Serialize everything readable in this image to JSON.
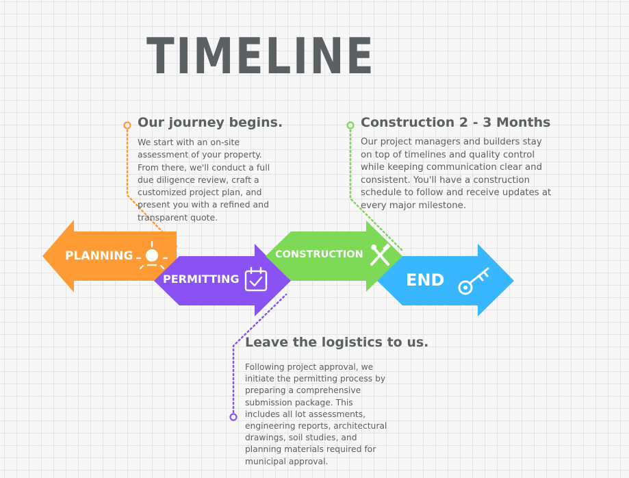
{
  "title": "TIMELINE",
  "callouts": [
    {
      "heading": "Our journey begins.",
      "body": "We start with an on-site assessment of your property. From there, we'll conduct a full due diligence review, craft a customized project plan, and present you with a refined and transparent quote."
    },
    {
      "heading": "Construction 2 - 3 Months",
      "body": "Our project managers and builders stay on top of timelines and quality control while keeping communication clear and consistent. You'll have a construction schedule to follow and receive updates at every major milestone."
    },
    {
      "heading": "Leave the logistics to us.",
      "body": "Following project approval, we initiate the permitting process by preparing a comprehensive submission package. This includes all lot assessments, engineering reports, architectural drawings, soil studies, and planning materials required for municipal approval."
    }
  ],
  "stages": [
    {
      "label": "PLANNING",
      "color": "#ff9b35",
      "icon": "lightbulb-icon"
    },
    {
      "label": "PERMITTING",
      "color": "#8a52f3",
      "icon": "calendar-check-icon"
    },
    {
      "label": "CONSTRUCTION",
      "color": "#7ed957",
      "icon": "tools-icon"
    },
    {
      "label": "END",
      "color": "#38b6ff",
      "icon": "key-icon"
    }
  ]
}
